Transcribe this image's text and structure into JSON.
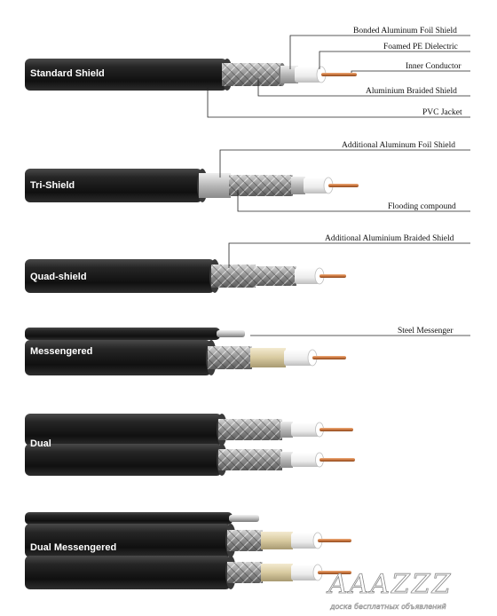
{
  "cables": [
    {
      "name": "Standard Shield"
    },
    {
      "name": "Tri-Shield"
    },
    {
      "name": "Quad-shield"
    },
    {
      "name": "Messengered"
    },
    {
      "name": "Dual"
    },
    {
      "name": "Dual Messengered"
    }
  ],
  "callouts": {
    "foil": "Bonded Aluminum Foil Shield",
    "dielectric": "Foamed PE Dielectric",
    "conductor": "Inner Conductor",
    "braid": "Aluminium Braided Shield",
    "jacket": "PVC Jacket",
    "add_foil": "Additional Aluminum Foil Shield",
    "flooding": "Flooding compound",
    "add_braid": "Additional Aluminium Braided Shield",
    "messenger": "Steel Messenger"
  },
  "watermark": {
    "logo": "AAAZZZ",
    "tagline": "доска бесплатных объявлений"
  },
  "colors": {
    "jacket": "#1c1c1c",
    "braid": "#9a9a9a",
    "dielectric": "#f2f2f2",
    "conductor": "#c8733a",
    "foil_gold": "#d8caa0"
  }
}
